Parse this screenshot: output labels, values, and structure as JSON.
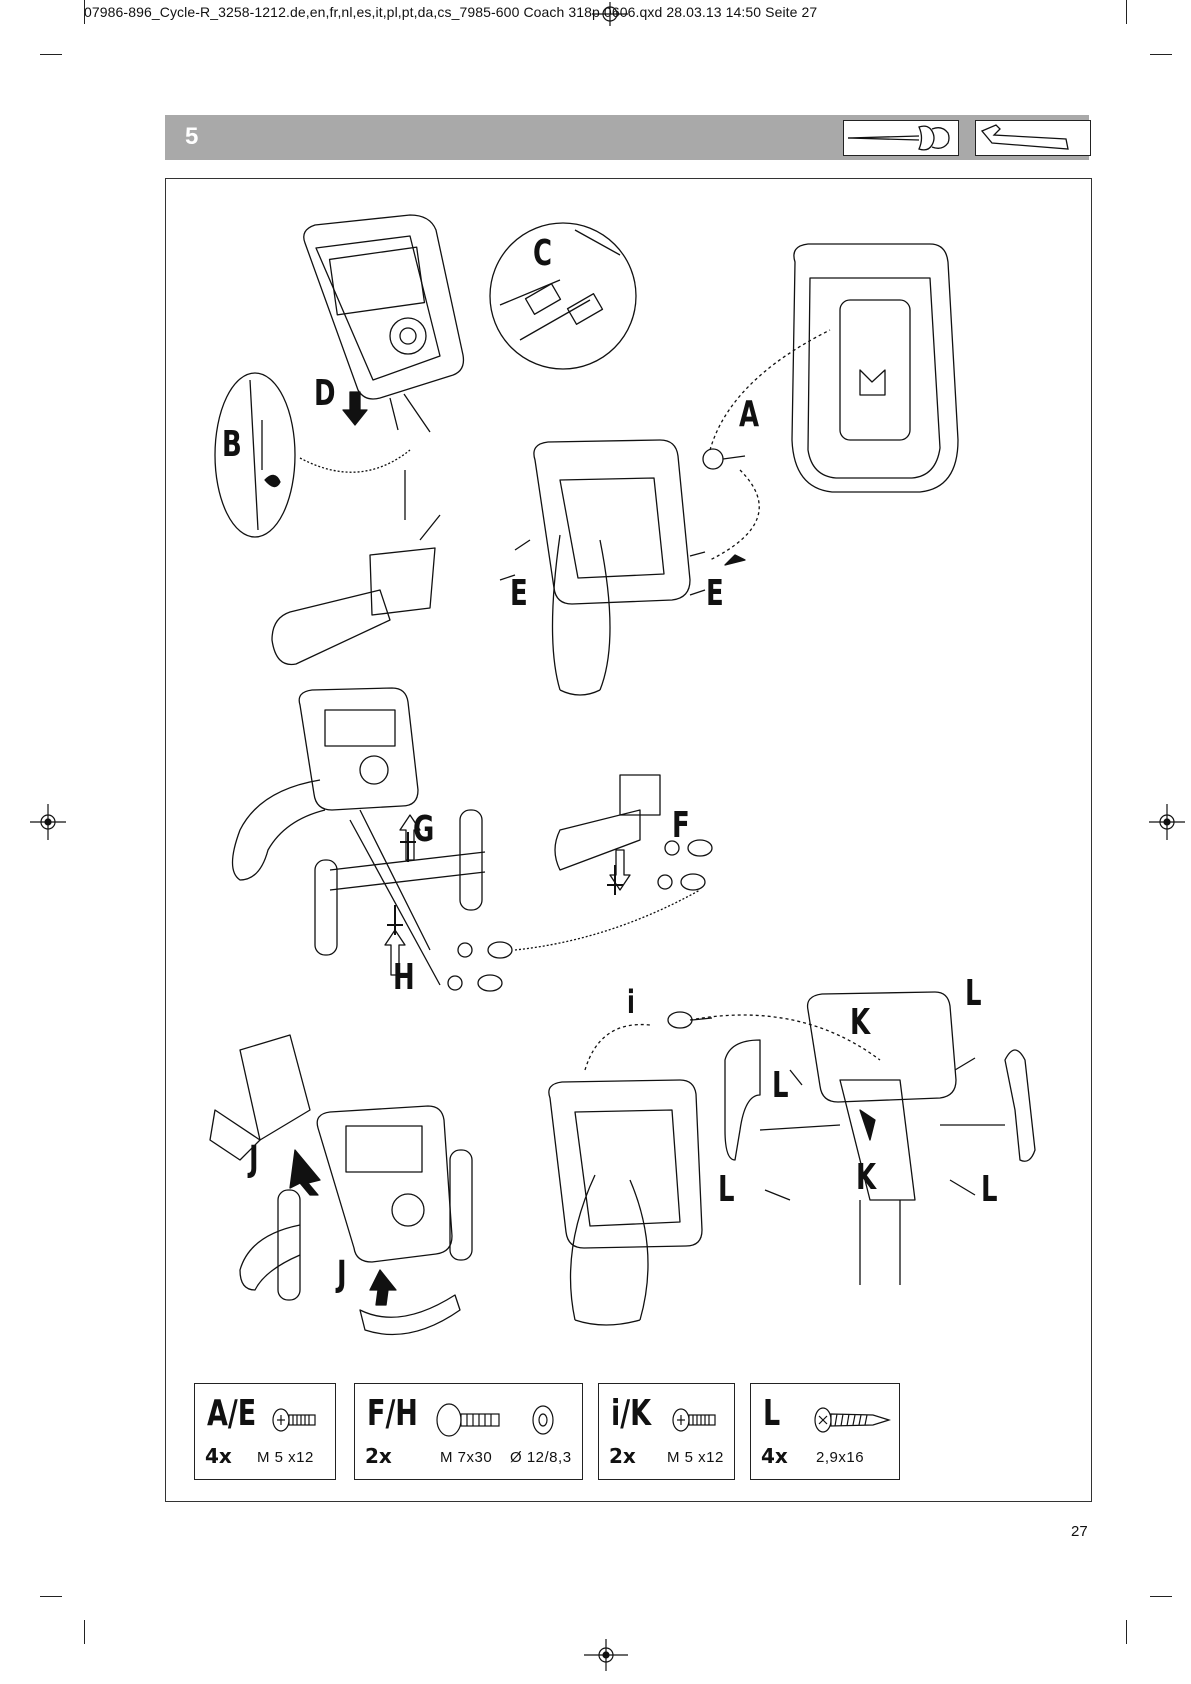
{
  "header": {
    "file_line": "07986-896_Cycle-R_3258-1212.de,en,fr,nl,es,it,pl,pt,da,cs_7985-600 Coach 318p 0606.qxd  28.03.13  14:50  Seite 27"
  },
  "step": {
    "number": "5",
    "tools": [
      "screwdriver-icon",
      "allen-key-icon"
    ]
  },
  "diagram": {
    "labels": {
      "A": "A",
      "B": "B",
      "C": "C",
      "D": "D",
      "E1": "E",
      "E2": "E",
      "F": "F",
      "G": "G",
      "H": "H",
      "i": "i",
      "J1": "J",
      "J2": "J",
      "K1": "K",
      "K2": "K",
      "L1": "L",
      "L2": "L",
      "L3": "L",
      "L4": "L"
    }
  },
  "parts": [
    {
      "code": "A/E",
      "qty": "4x",
      "size": "M 5 x12",
      "icon": "screw-icon"
    },
    {
      "code": "F/H",
      "qty": "2x",
      "size": "M 7x30",
      "extra": "Ø 12/8,3",
      "icon": "bolt-washer-icon"
    },
    {
      "code": "i/K",
      "qty": "2x",
      "size": "M 5 x12",
      "icon": "screw-icon"
    },
    {
      "code": "L",
      "qty": "4x",
      "size": "2,9x16",
      "icon": "tapping-screw-icon"
    }
  ],
  "footer": {
    "page_number": "27"
  }
}
